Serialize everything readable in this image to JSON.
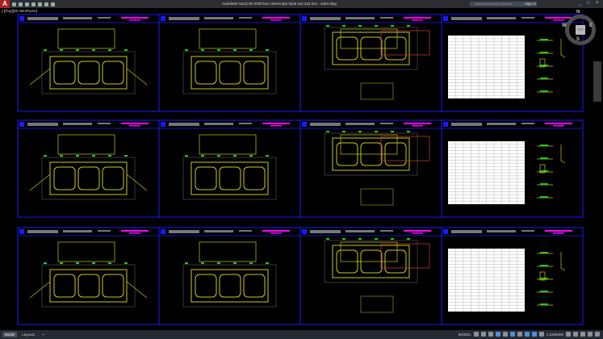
{
  "app": {
    "title": "Autodesk AutoCAD 2020   box culvert tipe triple 2x2 2x3 2x4 - order.dwg",
    "search_placeholder": "Type a keyword or phrase",
    "signin": "Sign In",
    "logo": "A"
  },
  "viewport": {
    "label": "[-][Top][2D Wireframe]"
  },
  "viewcube": {
    "top": "TOP",
    "n": "N",
    "s": "S",
    "e": "E",
    "w": "W"
  },
  "tabs": [
    "Model",
    "Layout1",
    "+"
  ],
  "status": {
    "model": "MODEL",
    "scale": "1:1000000"
  },
  "colors": {
    "sheet_border": "#1a1aff",
    "geometry": "#c8c81e",
    "dimension": "#1ec81e",
    "title_text": "#ff00ff",
    "background": "#000000"
  },
  "sheets": {
    "rows": 3,
    "columns": 4
  }
}
